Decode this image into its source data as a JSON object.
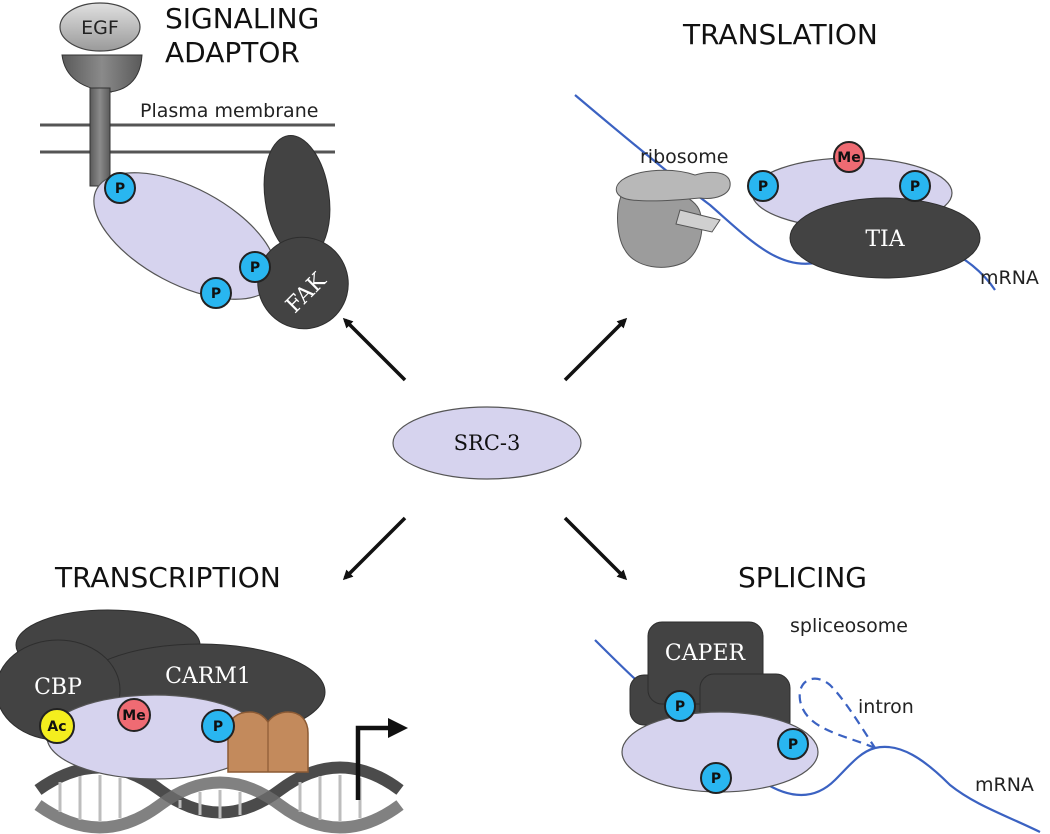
{
  "center": {
    "label": "SRC-3"
  },
  "signaling": {
    "title_line1": "SIGNALING",
    "title_line2": "ADAPTOR",
    "egf": "EGF",
    "membrane": "Plasma membrane",
    "fak": "FAK",
    "p": "P"
  },
  "translation": {
    "title": "TRANSLATION",
    "ribosome": "ribosome",
    "me": "Me",
    "tia": "TIA",
    "mrna": "mRNA",
    "p": "P"
  },
  "transcription": {
    "title": "TRANSCRIPTION",
    "cbp": "CBP",
    "carm1": "CARM1",
    "ac": "Ac",
    "me": "Me",
    "p": "P"
  },
  "splicing": {
    "title": "SPLICING",
    "caper": "CAPER",
    "spliceosome": "spliceosome",
    "intron": "intron",
    "mrna": "mRNA",
    "p": "P"
  },
  "colors": {
    "protein_fill": "#d6d3ee",
    "dark_complex": "#434343",
    "phospho": "#29b6f0",
    "methyl": "#ef6b73",
    "acetyl": "#f4ee1e",
    "rna": "#3b62c2"
  }
}
